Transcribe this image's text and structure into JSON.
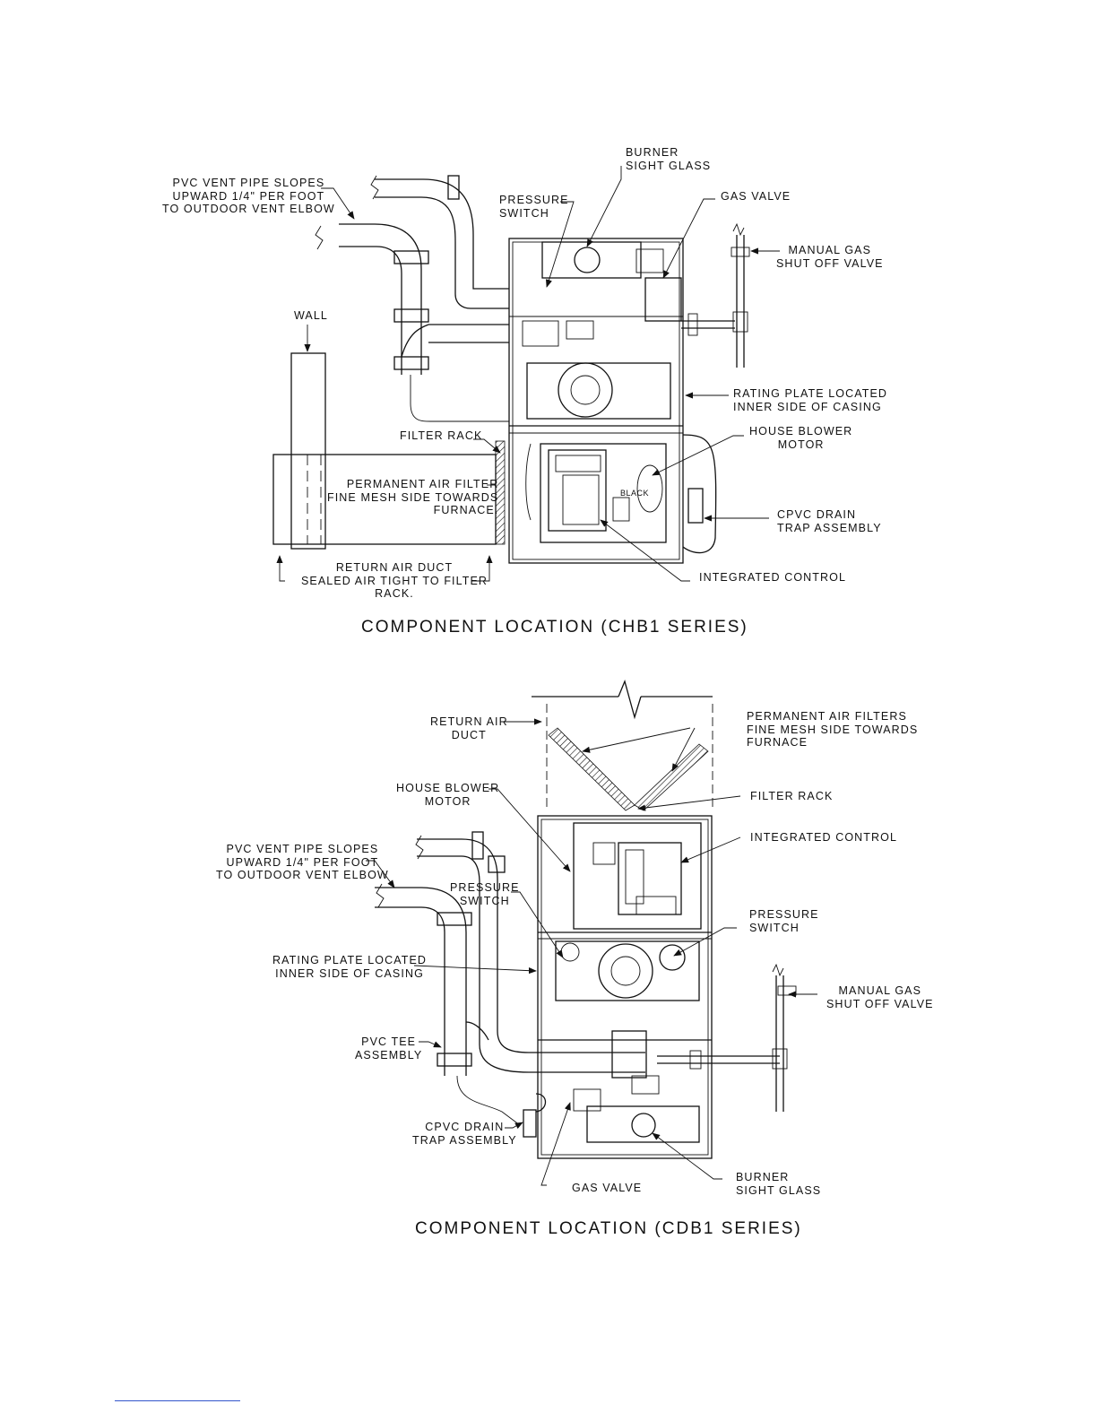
{
  "diagrams": [
    {
      "title": "COMPONENT LOCATION (CHB1 SERIES)",
      "labels": {
        "vent_pipe": "PVC VENT PIPE SLOPES\nUPWARD 1/4\" PER FOOT\nTO OUTDOOR VENT ELBOW",
        "burner_sight_glass": "BURNER\nSIGHT GLASS",
        "pressure_switch": "PRESSURE\nSWITCH",
        "gas_valve": "GAS VALVE",
        "manual_gas_valve": "MANUAL GAS\nSHUT OFF VALVE",
        "wall": "WALL",
        "rating_plate": "RATING PLATE LOCATED\nINNER SIDE OF CASING",
        "filter_rack": "FILTER RACK",
        "house_blower_motor": "HOUSE BLOWER\nMOTOR",
        "air_filter": "PERMANENT AIR FILTER\nFINE MESH SIDE TOWARDS\nFURNACE.",
        "black_wire": "BLACK",
        "drain_trap": "CPVC DRAIN\nTRAP ASSEMBLY",
        "return_air_duct": "RETURN AIR DUCT\nSEALED AIR TIGHT TO FILTER\nRACK.",
        "integrated_control": "INTEGRATED CONTROL"
      }
    },
    {
      "title": "COMPONENT LOCATION (CDB1 SERIES)",
      "labels": {
        "return_air_duct": "RETURN AIR\nDUCT",
        "air_filters": "PERMANENT AIR FILTERS\nFINE MESH SIDE TOWARDS\nFURNACE",
        "house_blower_motor": "HOUSE BLOWER\nMOTOR",
        "filter_rack": "FILTER RACK",
        "integrated_control": "INTEGRATED CONTROL",
        "vent_pipe": "PVC VENT PIPE SLOPES\nUPWARD 1/4\" PER FOOT\nTO OUTDOOR VENT ELBOW",
        "pressure_switch_left": "PRESSURE\nSWITCH",
        "pressure_switch_right": "PRESSURE\nSWITCH",
        "rating_plate": "RATING PLATE LOCATED\nINNER SIDE OF CASING",
        "manual_gas_valve": "MANUAL GAS\nSHUT OFF VALVE",
        "pvc_tee": "PVC TEE\nASSEMBLY",
        "drain_trap": "CPVC DRAIN\nTRAP ASSEMBLY",
        "gas_valve": "GAS VALVE",
        "burner_sight_glass": "BURNER\nSIGHT GLASS"
      }
    }
  ],
  "colors": {
    "line": "#111111",
    "footer_link": "#3355cc"
  }
}
